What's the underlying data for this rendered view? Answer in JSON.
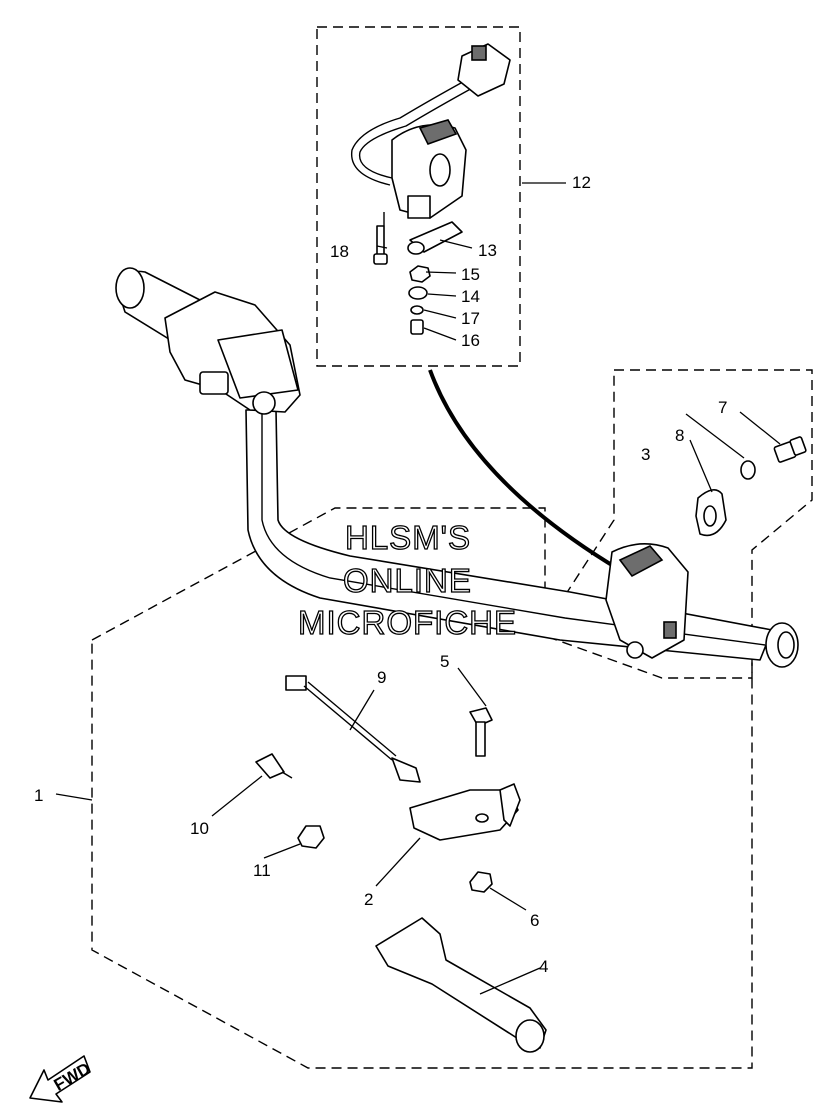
{
  "watermark": {
    "line1": "HLSM'S",
    "line2": "ONLINE",
    "line3": "MICROFICHE"
  },
  "fwd_label": "FWD",
  "callouts": {
    "c1": "1",
    "c2": "2",
    "c3": "3",
    "c4": "4",
    "c5": "5",
    "c6": "6",
    "c7": "7",
    "c8": "8",
    "c9": "9",
    "c10": "10",
    "c11": "11",
    "c12": "12",
    "c13": "13",
    "c14": "14",
    "c15": "15",
    "c16": "16",
    "c17": "17",
    "c18": "18"
  }
}
